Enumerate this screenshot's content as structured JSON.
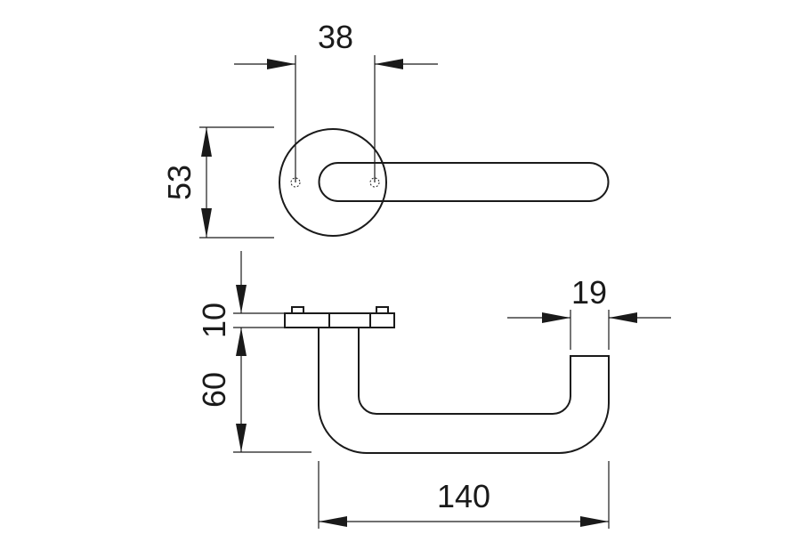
{
  "dimensions": {
    "rose_spacing": "38",
    "rose_diameter": "53",
    "rose_thickness": "10",
    "lever_projection": "60",
    "lever_tube_diameter": "19",
    "lever_length": "140"
  }
}
